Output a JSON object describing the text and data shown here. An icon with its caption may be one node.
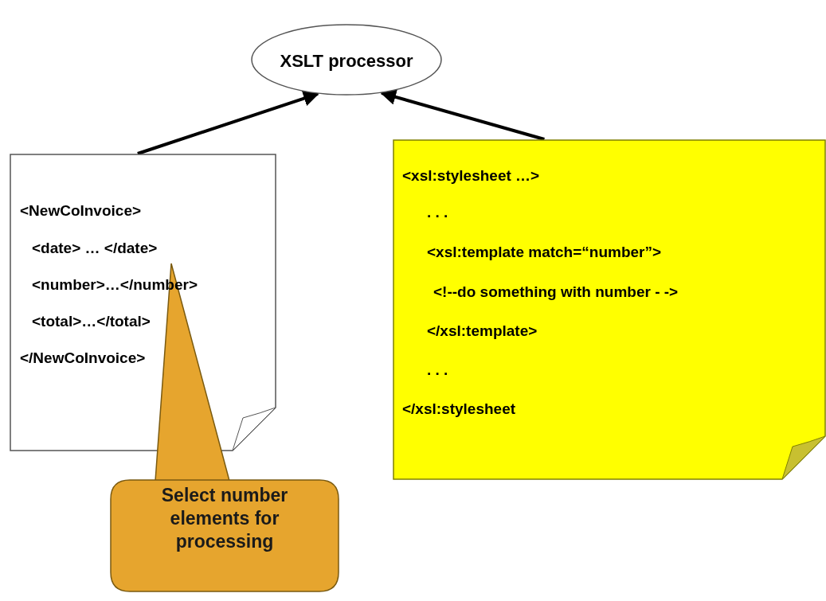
{
  "diagram": {
    "nodes": [
      {
        "text": [
          "XSLT processor"
        ]
      },
      {
        "text": [
          "<NewCoInvoice>",
          "<date> … </date>",
          "<number>…</number>",
          "<total>…</total>",
          "</NewCoInvoice>"
        ]
      },
      {
        "text": [
          "<xsl:stylesheet …>",
          ". . .",
          "<xsl:template match=“number”>",
          "<!--do something with number - ->",
          "</xsl:template>",
          ". . .",
          "</xsl:stylesheet"
        ]
      },
      {
        "text": [
          "Select number elements for processing"
        ]
      }
    ],
    "edges": [
      {
        "from": 1,
        "to": 0,
        "arrow": "to"
      },
      {
        "from": 2,
        "to": 0,
        "arrow": "to"
      }
    ]
  }
}
